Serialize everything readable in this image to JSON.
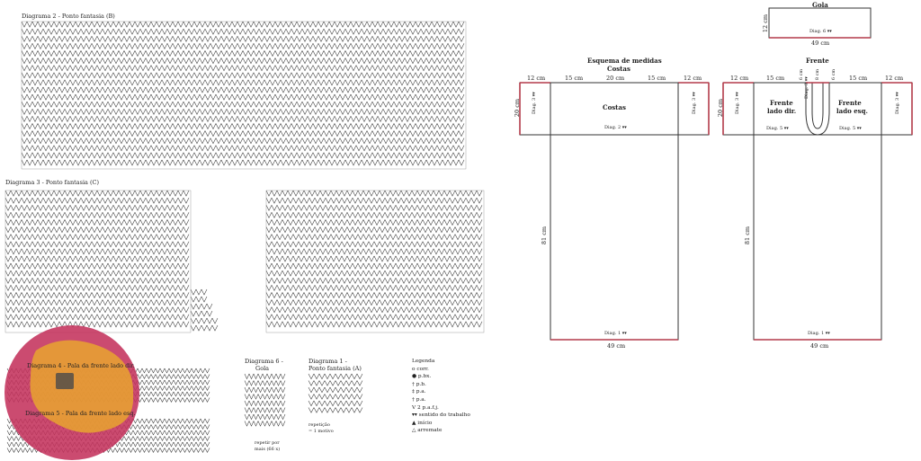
{
  "diagrams": {
    "d2_title": "Diagrama 2 - Ponto fantasia (B)",
    "d3_title": "Diagrama 3 - Ponto fantasia (C)",
    "d4_title": "Diagrama 4 - Pala da frente lado dir.",
    "d5_title": "Diagrama 5 - Pala da frente lado esq.",
    "d6_title_1": "Diagrama 6 -",
    "d6_title_2": "Gola",
    "d1_title_1": "Diagrama 1 -",
    "d1_title_2": "Ponto fantasia (A)",
    "d6_note_1": "repetir por",
    "d6_note_2": "mais (66 x)",
    "d1_note_1": "repetição",
    "d1_note_2": "= 1 motivo"
  },
  "legend": {
    "title": "Legenda",
    "items": [
      "o corr.",
      "● p.bx.",
      "† p.b.",
      "‡ p.a.",
      "† p.a.",
      "Ⅴ 2 p.a.f.j.",
      "▾▾ sentido do trabalho",
      "▲ início",
      "△ arremate"
    ]
  },
  "schematic": {
    "gola": {
      "title": "Gola",
      "height": "12 cm",
      "width": "49 cm",
      "diag": "Diag. 6 ▾▾"
    },
    "costas": {
      "title_1": "Esquema de medidas",
      "title_2": "Costas",
      "segs": [
        "12 cm",
        "15 cm",
        "20 cm",
        "15 cm",
        "12 cm"
      ],
      "yoke_height": "20 cm",
      "center_label": "Costas",
      "diag_center": "Diag. 2 ▾▾",
      "diag_side": "Diag. 3 ▾▾",
      "body_height": "81 cm",
      "body_diag": "Diag. 1 ▾▾",
      "width": "49 cm"
    },
    "frente": {
      "title": "Frente",
      "segs": [
        "12 cm",
        "15 cm",
        "6 cm",
        "8 cm",
        "6 cm",
        "15 cm",
        "12 cm"
      ],
      "yoke_height": "20 cm",
      "left_1": "Frente",
      "left_2": "lado dir.",
      "right_1": "Frente",
      "right_2": "lado esq.",
      "diag_left": "Diag. 5 ▾▾",
      "diag_right": "Diag. 5 ▾▾",
      "diag_mid": "Diag. 3 ▾▾",
      "body_height": "81 cm",
      "body_diag": "Diag. 1 ▾▾",
      "width": "49 cm"
    }
  },
  "colors": {
    "line": "#222222",
    "accent": "#b33a4a",
    "blob_pink": "#c4325c",
    "blob_yellow": "#e9a82d"
  }
}
